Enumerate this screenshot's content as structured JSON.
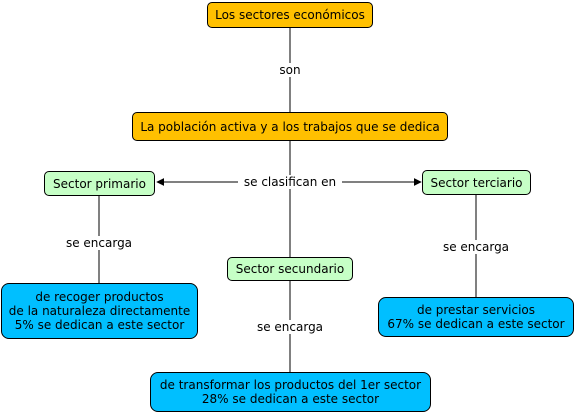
{
  "nodes": {
    "root": "Los sectores económicos",
    "population": "La población activa y a los trabajos que se dedica",
    "primary": "Sector primario",
    "secondary": "Sector secundario",
    "tertiary": "Sector terciario",
    "primary_desc": "de recoger productos\nde la naturaleza directamente\n5% se dedican a este sector",
    "secondary_desc": "de transformar los productos del 1er sector\n28% se dedican a este sector",
    "tertiary_desc": "de prestar servicios\n67% se dedican a este sector"
  },
  "links": {
    "son": "son",
    "clasifican": "se clasifican en",
    "encarga_primary": "se encarga",
    "encarga_secondary": "se encarga",
    "encarga_tertiary": "se encarga"
  },
  "colors": {
    "concept_orange": "#ffc000",
    "concept_green": "#c6ffc6",
    "concept_cyan": "#00bfff"
  }
}
